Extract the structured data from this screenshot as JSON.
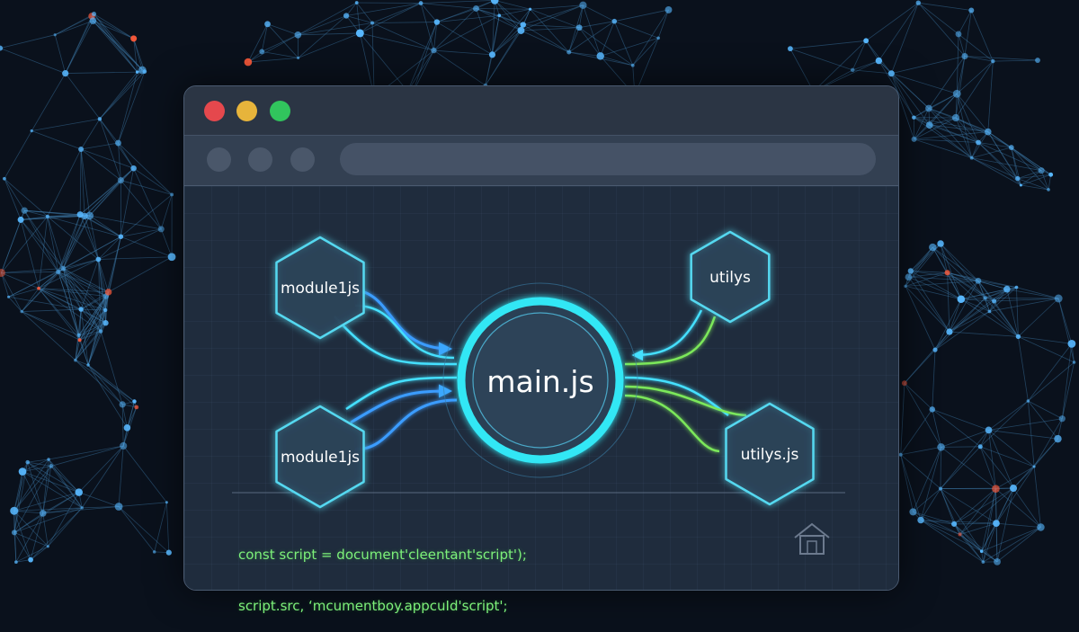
{
  "window": {
    "controls": [
      "close",
      "minimize",
      "maximize"
    ],
    "icons": [
      "back-icon",
      "forward-icon",
      "reload-icon"
    ]
  },
  "diagram": {
    "center": {
      "label": "main.js"
    },
    "nodes": [
      {
        "id": "module-top-left",
        "label": "module1js",
        "color": "#48c8ff"
      },
      {
        "id": "module-bottom-left",
        "label": "module1js",
        "color": "#48c8ff"
      },
      {
        "id": "utils-top-right",
        "label": "utilys",
        "color": "#5fe0e8"
      },
      {
        "id": "utils-bottom-right",
        "label": "utilys.js",
        "color": "#5fe0e8"
      }
    ],
    "colors": {
      "cyan": "#33e7f5",
      "blue": "#3b9cff",
      "green": "#7be85a",
      "node_stroke": "#55d8f0"
    }
  },
  "code": {
    "line1": "const script = document'cleentant'script');",
    "line2": "script.src, ‘mcumentboy.appcuId'script';"
  }
}
